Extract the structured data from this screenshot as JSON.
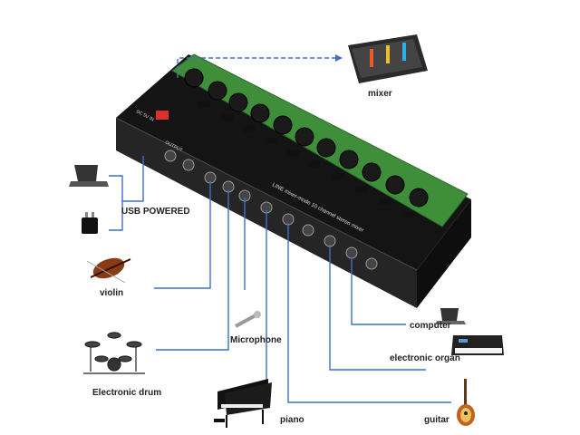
{
  "device": {
    "front_label": "LINE mixer-mode 10 channel stereo mixer",
    "output_label": "OUTPUT",
    "power_label": "DC 5V IN",
    "level_label": "LEVEL",
    "input_labels": [
      "INPUT10",
      "INPUT9",
      "INPUT8",
      "INPUT7",
      "INPUT6",
      "INPUT5",
      "INPUT4",
      "INPUT3",
      "INPUT2",
      "INPUT1"
    ]
  },
  "labels": {
    "mixer": "mixer",
    "usb": "USB POWERED",
    "violin": "violin",
    "microphone": "Microphone",
    "drum": "Electronic drum",
    "piano": "piano",
    "computer": "computer",
    "organ": "electronic organ",
    "guitar": "guitar"
  },
  "colors": {
    "cable": "#3f6fc4",
    "panel_green": "#3f8f3a",
    "body_black": "#1c1c1c",
    "power_red": "#d8322a"
  }
}
